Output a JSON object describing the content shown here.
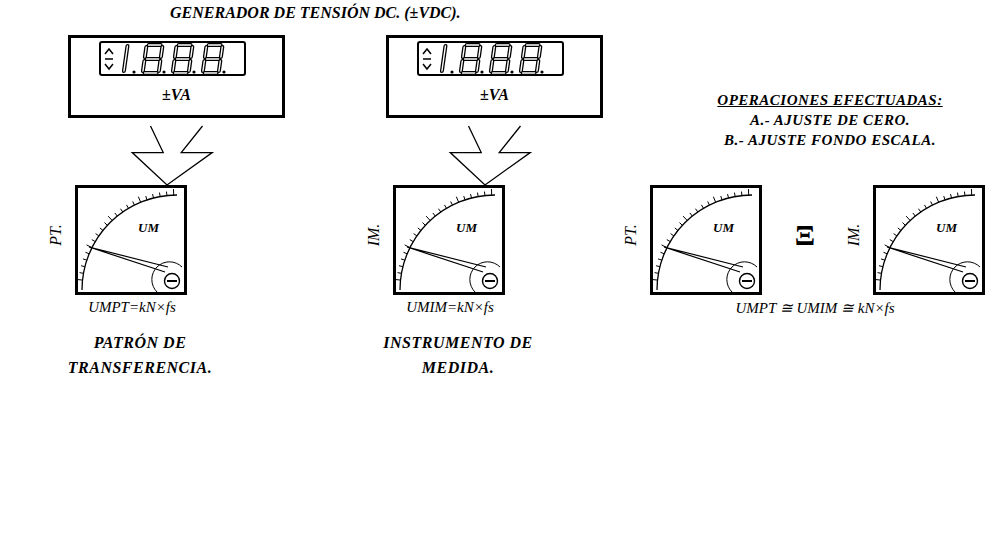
{
  "diagram": {
    "title": "GENERADOR DE TENSIÓN DC. (±VDC).",
    "nodes": [
      {
        "text": [
          "±VA"
        ]
      },
      {
        "text": [
          "±VA"
        ]
      },
      {
        "text": [
          "PT.",
          "UM"
        ]
      },
      {
        "text": [
          "IM.",
          "UM"
        ]
      },
      {
        "text": [
          "PT.",
          "UM"
        ]
      },
      {
        "text": [
          "IM.",
          "UM"
        ]
      }
    ],
    "edges": [
      {
        "from": 0,
        "to": 2,
        "arrow": "to"
      },
      {
        "from": 1,
        "to": 3,
        "arrow": "to"
      }
    ],
    "labels": [
      "UMPT=kN×fs",
      "UMIM=kN×fs",
      "PATRÓN DE TRANSFERENCIA.",
      "INSTRUMENTO DE MEDIDA.",
      "OPERACIONES EFECTUADAS:",
      "A.- AJUSTE DE CERO.",
      "B.- AJUSTE FONDO ESCALA.",
      "Ξ",
      "UMPT ≅ UMIM ≅ kN×fs"
    ]
  }
}
